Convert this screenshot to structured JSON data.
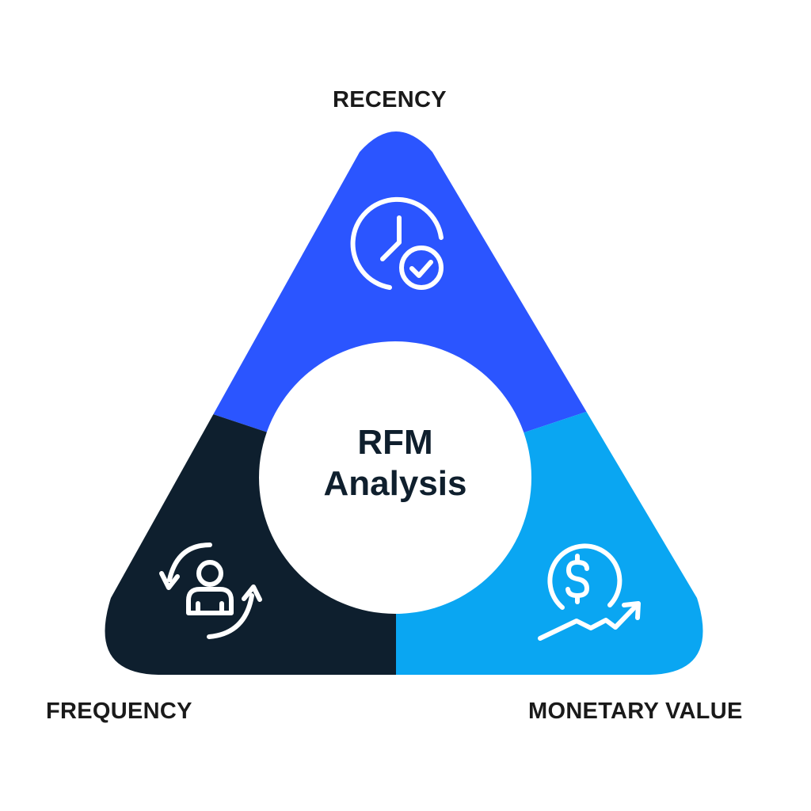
{
  "segments": {
    "recency": {
      "label": "RECENCY",
      "color": "#2b55ff",
      "icon": "clock-check-icon"
    },
    "frequency": {
      "label": "FREQUENCY",
      "color": "#0e1f2e",
      "icon": "person-cycle-icon"
    },
    "monetary": {
      "label": "MONETARY VALUE",
      "color": "#0aa6f2",
      "icon": "dollar-growth-icon"
    }
  },
  "center": {
    "line1": "RFM",
    "line2": "Analysis"
  },
  "colors": {
    "background": "#ffffff",
    "center_circle": "#ffffff",
    "text": "#1a1a1a"
  }
}
